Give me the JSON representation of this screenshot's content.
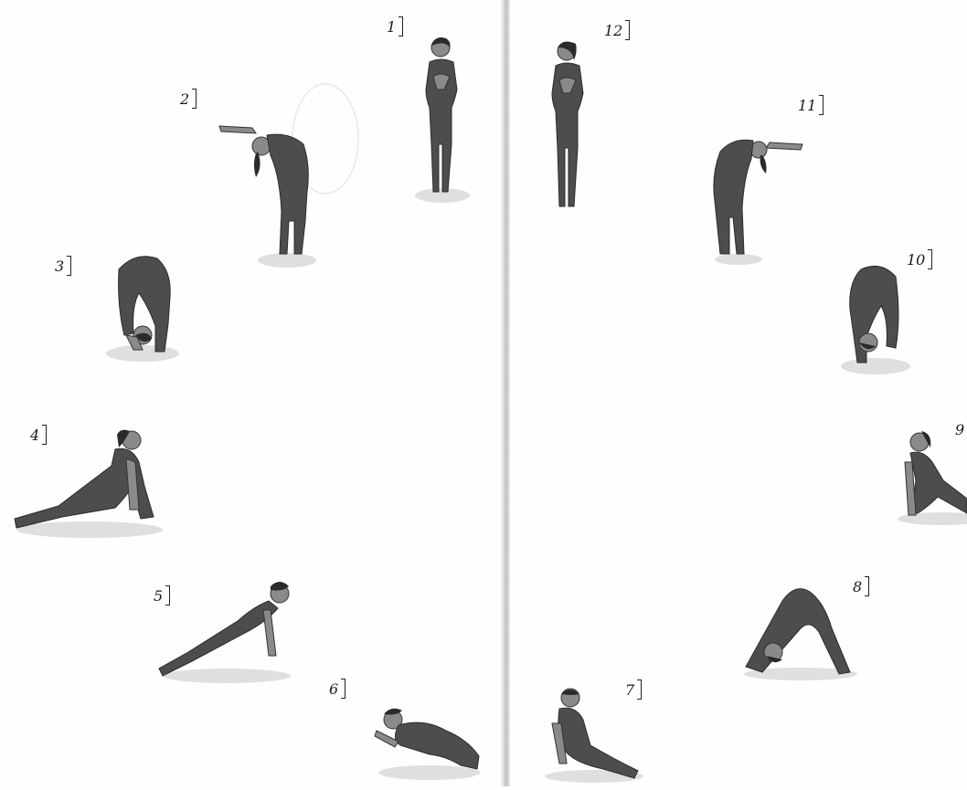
{
  "poses": [
    {
      "id": 1,
      "label": "1"
    },
    {
      "id": 2,
      "label": "2"
    },
    {
      "id": 3,
      "label": "3"
    },
    {
      "id": 4,
      "label": "4"
    },
    {
      "id": 5,
      "label": "5"
    },
    {
      "id": 6,
      "label": "6"
    },
    {
      "id": 7,
      "label": "7"
    },
    {
      "id": 8,
      "label": "8"
    },
    {
      "id": 9,
      "label": "9"
    },
    {
      "id": 10,
      "label": "10"
    },
    {
      "id": 11,
      "label": "11"
    },
    {
      "id": 12,
      "label": "12"
    }
  ]
}
